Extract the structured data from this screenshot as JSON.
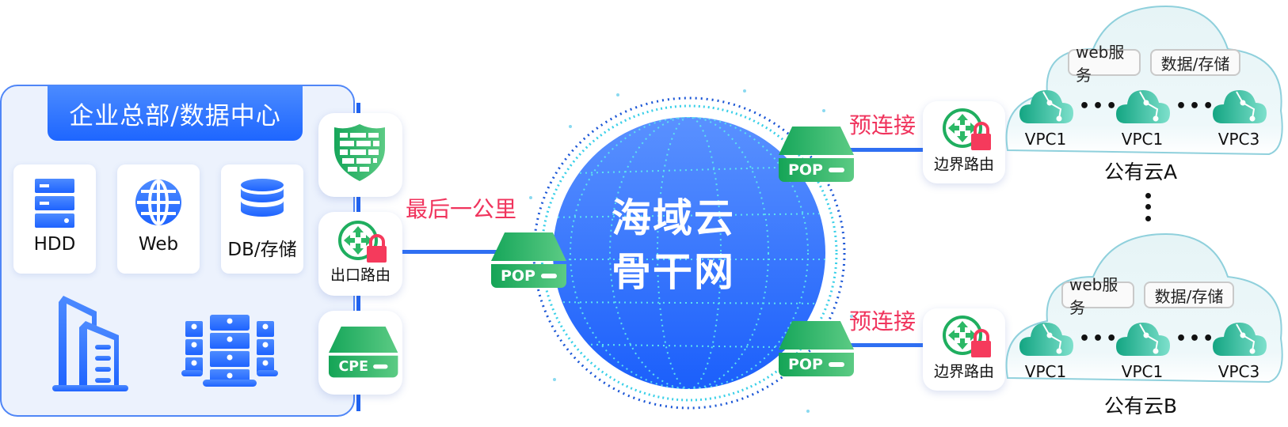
{
  "hq": {
    "title": "企业总部/数据中心",
    "cards": [
      {
        "label": "HDD",
        "icon": "server-stack-icon"
      },
      {
        "label": "Web",
        "icon": "globe-icon"
      },
      {
        "label": "DB/存储",
        "icon": "database-icon"
      }
    ],
    "bottom_icons": [
      "building-icon",
      "server-cluster-icon"
    ]
  },
  "devices": {
    "firewall": {
      "icon": "firewall-shield-icon"
    },
    "egress_router": {
      "label": "出口路由",
      "icon": "router-lock-icon"
    },
    "cpe": {
      "label": "CPE",
      "icon": "cpe-device-icon"
    }
  },
  "links": {
    "last_mile": "最后一公里",
    "pre_connect_a": "预连接",
    "pre_connect_b": "预连接"
  },
  "backbone": {
    "line1": "海域云",
    "line2": "骨干网",
    "pop_label": "POP"
  },
  "border_router_label": "边界路由",
  "clouds": [
    {
      "name": "公有云A",
      "services": [
        "web服务",
        "数据/存储"
      ],
      "vpcs": [
        "VPC1",
        "VPC1",
        "VPC3"
      ],
      "separator": "•••"
    },
    {
      "name": "公有云B",
      "services": [
        "web服务",
        "数据/存储"
      ],
      "vpcs": [
        "VPC1",
        "VPC1",
        "VPC3"
      ],
      "separator": "•••"
    }
  ],
  "colors": {
    "primary_blue": "#1e66ff",
    "green": "#1fae5f",
    "red_label": "#f0345d",
    "lock_red": "#f53a5c",
    "cloud_teal": "#1aa98a"
  }
}
